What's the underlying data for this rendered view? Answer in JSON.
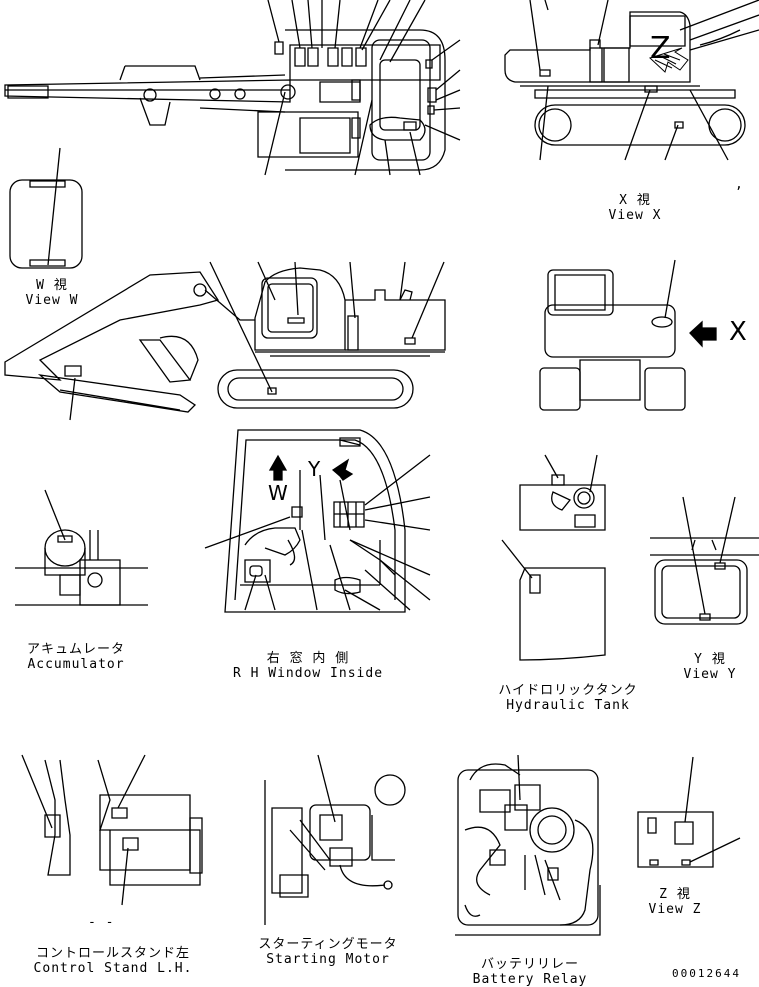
{
  "drawing_number": "00012644",
  "views": {
    "view_x": {
      "jp": "X 視",
      "en": "View X"
    },
    "view_w": {
      "jp": "W 視",
      "en": "View W"
    },
    "view_y": {
      "jp": "Y 視",
      "en": "View Y"
    },
    "view_z": {
      "jp": "Z 視",
      "en": "View Z"
    },
    "accumulator": {
      "jp": "アキュムレータ",
      "en": "Accumulator"
    },
    "rh_window": {
      "jp": "右 窓 内 側",
      "en": "R H Window Inside"
    },
    "hydraulic_tank": {
      "jp": "ハイドロリックタンク",
      "en": "Hydraulic Tank"
    },
    "control_stand": {
      "jp": "コントロールスタンド左",
      "en": "Control Stand L.H."
    },
    "starting_motor": {
      "jp": "スターティングモータ",
      "en": "Starting Motor"
    },
    "battery_relay": {
      "jp": "バッテリリレー",
      "en": "Battery Relay"
    }
  },
  "markers": {
    "x": "X",
    "y": "Y",
    "w": "W",
    "z": "Z",
    "dashes": "- -",
    "tick": ","
  }
}
